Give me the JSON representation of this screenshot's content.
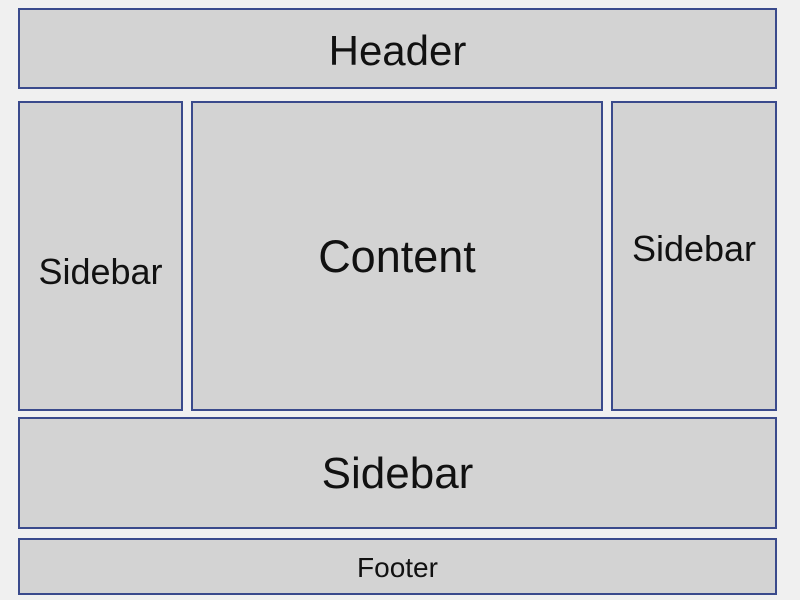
{
  "layout": {
    "header": "Header",
    "left_sidebar": "Sidebar",
    "content": "Content",
    "right_sidebar": "Sidebar",
    "bottom_sidebar": "Sidebar",
    "footer": "Footer"
  }
}
